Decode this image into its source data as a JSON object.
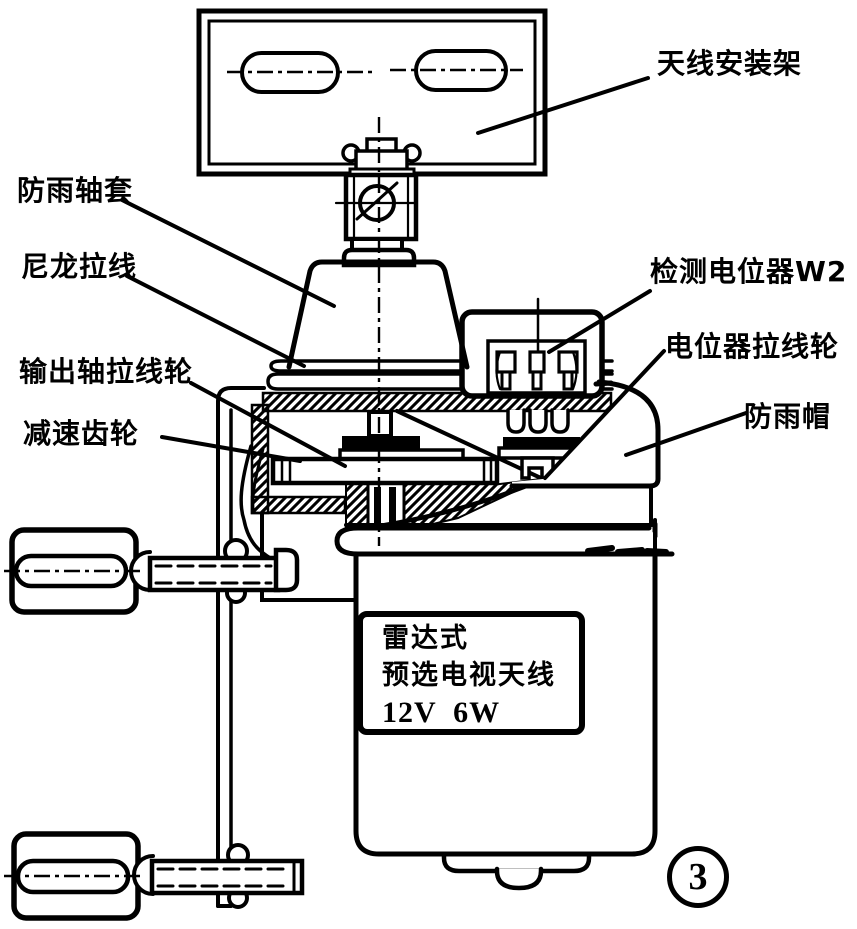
{
  "diagram": {
    "title_hint": "TV antenna rotator mechanism cutaway",
    "colors": {
      "line": "#000000",
      "background": "#ffffff"
    },
    "callouts": {
      "antenna_bracket": "天线安装架",
      "rain_sleeve": "防雨轴套",
      "nylon_cord": "尼龙拉线",
      "output_pulley": "输出轴拉线轮",
      "reduction_gear": "减速齿轮",
      "detect_pot": "检测电位器W2",
      "pot_pulley": "电位器拉线轮",
      "rain_cap": "防雨帽"
    },
    "nameplate": {
      "line1": "雷达式",
      "line2": "预选电视天线",
      "line3": "12V  6W"
    },
    "figure_number": "3"
  }
}
